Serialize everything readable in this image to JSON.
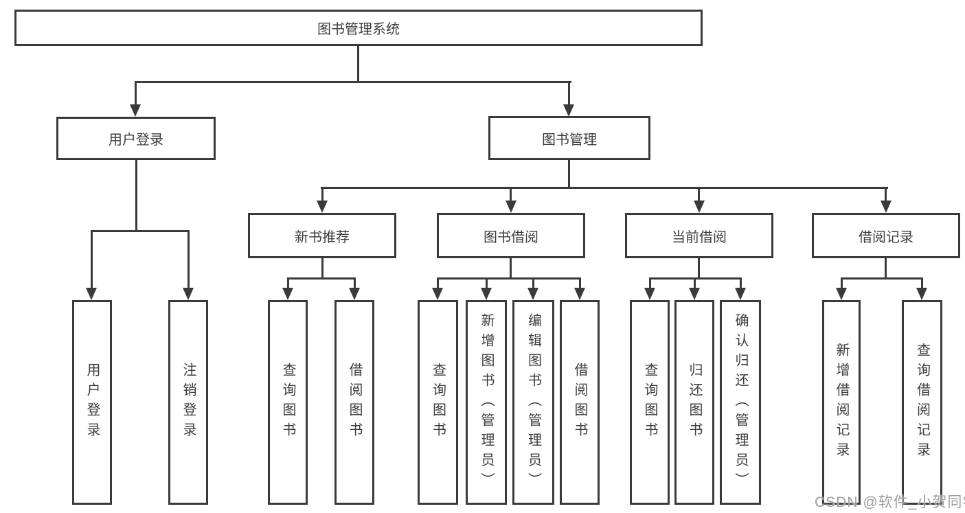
{
  "tree": {
    "root": {
      "label": "图书管理系统"
    },
    "branches": [
      {
        "label": "用户登录",
        "leaves": [
          {
            "label": "用户登录"
          },
          {
            "label": "注销登录"
          }
        ]
      },
      {
        "label": "图书管理",
        "groups": [
          {
            "label": "新书推荐",
            "leaves": [
              {
                "label": "查询图书"
              },
              {
                "label": "借阅图书"
              }
            ]
          },
          {
            "label": "图书借阅",
            "leaves": [
              {
                "label": "查询图书"
              },
              {
                "label": "新增图书（管理员）"
              },
              {
                "label": "编辑图书（管理员）"
              },
              {
                "label": "借阅图书"
              }
            ]
          },
          {
            "label": "当前借阅",
            "leaves": [
              {
                "label": "查询图书"
              },
              {
                "label": "归还图书"
              },
              {
                "label": "确认归还（管理员）"
              }
            ]
          },
          {
            "label": "借阅记录",
            "leaves": [
              {
                "label": "新增借阅记录"
              },
              {
                "label": "查询借阅记录"
              }
            ]
          }
        ]
      }
    ]
  },
  "watermark": "CSDN @软件_小贺同学"
}
